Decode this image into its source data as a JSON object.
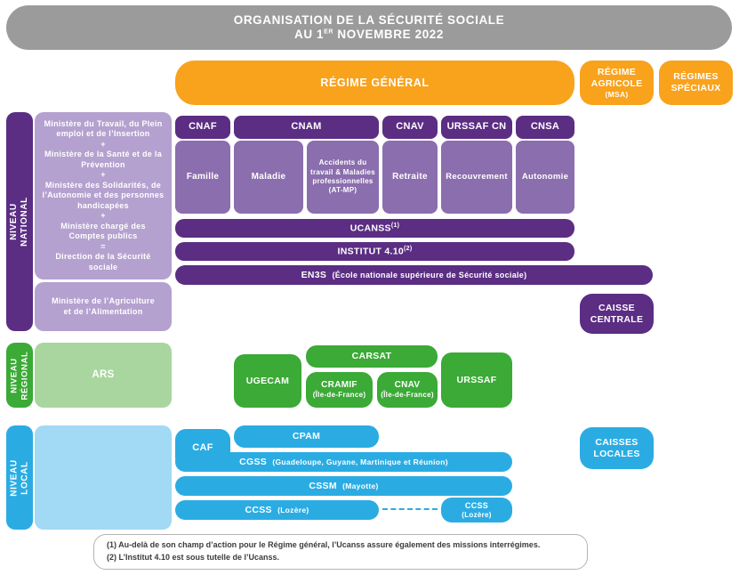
{
  "palette": {
    "gray": "#9C9B9B",
    "orange": "#F9A21C",
    "purple_dark": "#5B2D83",
    "purple_mid": "#8B6EAE",
    "purple_light": "#B4A1CF",
    "green": "#3BAA36",
    "green_light": "#A9D69F",
    "blue": "#2AACE3",
    "blue_light": "#A2D9F4"
  },
  "header": {
    "line1": "ORGANISATION DE LA SÉCURITÉ SOCIALE",
    "line2_prefix": "AU 1",
    "line2_sup": "ER",
    "line2_suffix": " NOVEMBRE 2022"
  },
  "regimes": {
    "general": "RÉGIME GÉNÉRAL",
    "agricole_line1": "RÉGIME",
    "agricole_line2": "AGRICOLE",
    "agricole_line3": "(MSA)",
    "speciaux_line1": "RÉGIMES",
    "speciaux_line2": "SPÉCIAUX"
  },
  "national": {
    "level_line1": "NIVEAU",
    "level_line2": "NATIONAL",
    "ministries": [
      "Ministère du Travail, du Plein emploi et de l’Insertion",
      "+",
      "Ministère de la Santé et de la Prévention",
      "+",
      "Ministère des Solidarités, de l’Autonomie et des personnes handicapées",
      "+",
      "Ministère chargé des Comptes publics",
      "=",
      "Direction de la Sécurité sociale"
    ],
    "agriculture": "Ministère de l’Agriculture et de l’Alimentation",
    "caisses": [
      {
        "header": "CNAF",
        "branches": [
          "Famille"
        ]
      },
      {
        "header": "CNAM",
        "branches": [
          "Maladie",
          "Accidents du travail & Maladies professionnelles (AT-MP)"
        ]
      },
      {
        "header": "CNAV",
        "branches": [
          "Retraite"
        ]
      },
      {
        "header": "URSSAF CN",
        "branches": [
          "Recouvrement"
        ]
      },
      {
        "header": "CNSA",
        "branches": [
          "Autonomie"
        ]
      }
    ],
    "ucanss": "UCANSS",
    "ucanss_sup": "(1)",
    "institut": "INSTITUT 4.10",
    "institut_sup": "(2)",
    "en3s": "EN3S",
    "en3s_detail": "(École nationale supérieure de Sécurité sociale)",
    "caisse_centrale_line1": "CAISSE",
    "caisse_centrale_line2": "CENTRALE"
  },
  "regional": {
    "level_line1": "NIVEAU",
    "level_line2": "RÉGIONAL",
    "ars": "ARS",
    "ugecam": "UGECAM",
    "carsat": "CARSAT",
    "cramif": "CRAMIF",
    "cramif_sub": "(Île-de-France)",
    "cnav_idf": "CNAV",
    "cnav_idf_sub": "(Île-de-France)",
    "urssaf": "URSSAF"
  },
  "local": {
    "level_line1": "NIVEAU",
    "level_line2": "LOCAL",
    "caf": "CAF",
    "cpam": "CPAM",
    "cgss": "CGSS",
    "cgss_detail": "(Guadeloupe, Guyane, Martinique et Réunion)",
    "cssm": "CSSM",
    "cssm_detail": "(Mayotte)",
    "ccss": "CCSS",
    "ccss_detail": "(Lozère)",
    "ccss_right_line1": "CCSS",
    "ccss_right_line2": "(Lozère)",
    "caisses_locales_line1": "CAISSES",
    "caisses_locales_line2": "LOCALES"
  },
  "footnotes": [
    "(1) Au-delà de son champ d’action pour le Régime général, l’Ucanss assure également des missions interrégimes.",
    "(2) L’Institut 4.10 est sous tutelle de l’Ucanss."
  ]
}
